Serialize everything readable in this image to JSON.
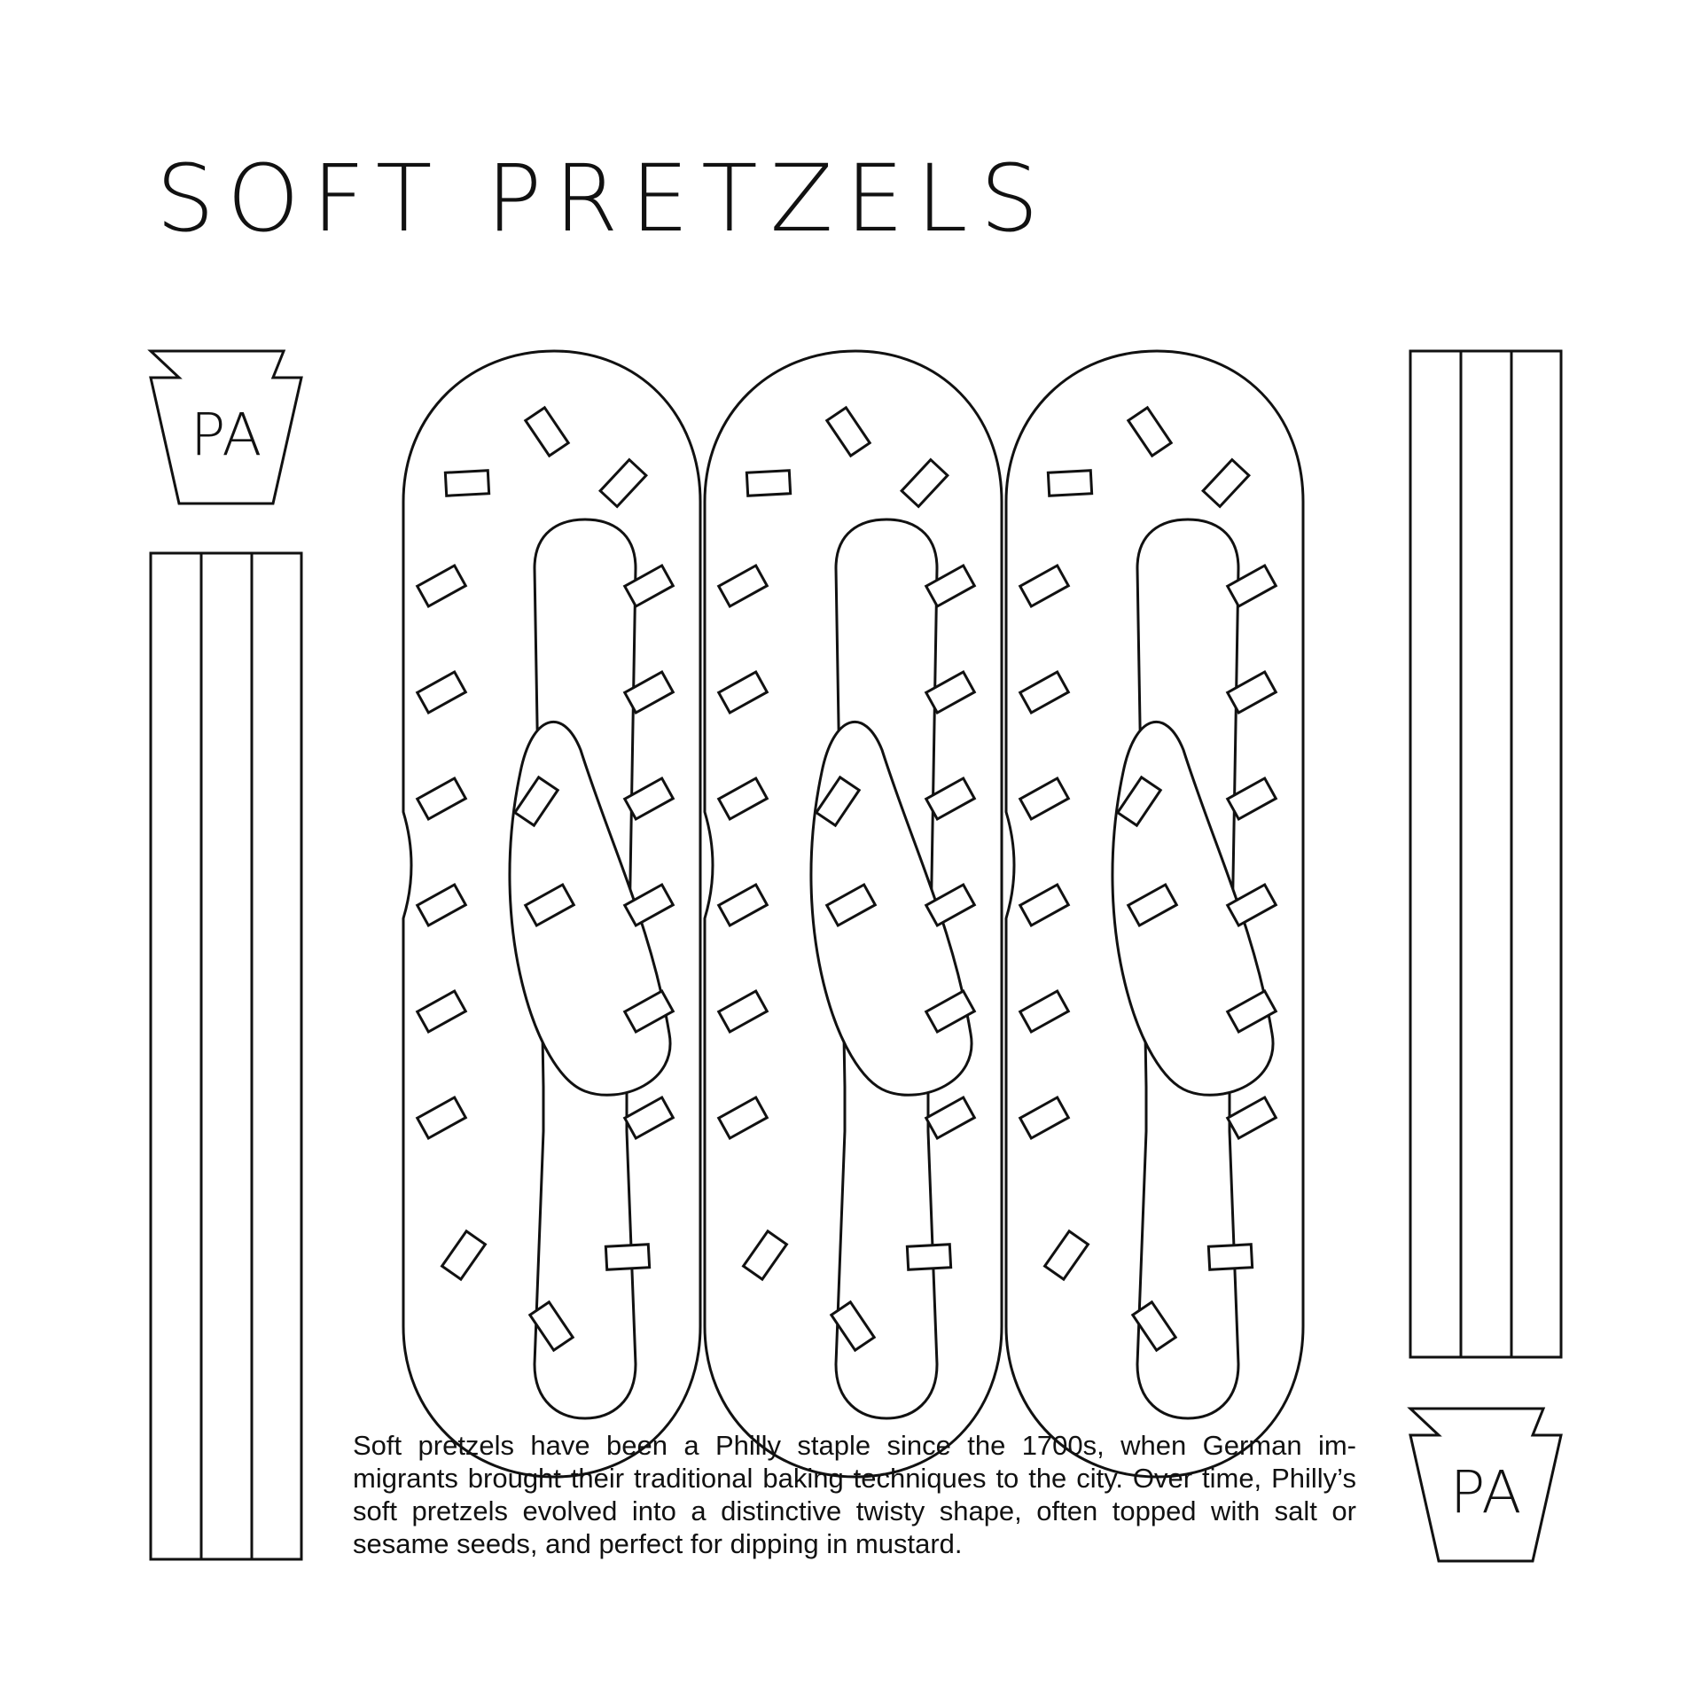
{
  "title": "SOFT PRETZELS",
  "badges": {
    "top_left_text": "PA",
    "bottom_right_text": "PA"
  },
  "description": "Soft pretzels have been a Philly staple since the 1700s, when German im-migrants brought their traditional baking techniques to the city. Over time, Philly’s soft pretzels evolved into a distinctive twisty shape, often topped with salt or sesame seeds, and perfect for dipping in mustard.",
  "colors": {
    "background": "#ffffff",
    "line": "#111111"
  },
  "icons": [
    "keystone-badge-icon",
    "striped-bar-icon",
    "pretzel-icon",
    "salt-crystal-icon"
  ]
}
